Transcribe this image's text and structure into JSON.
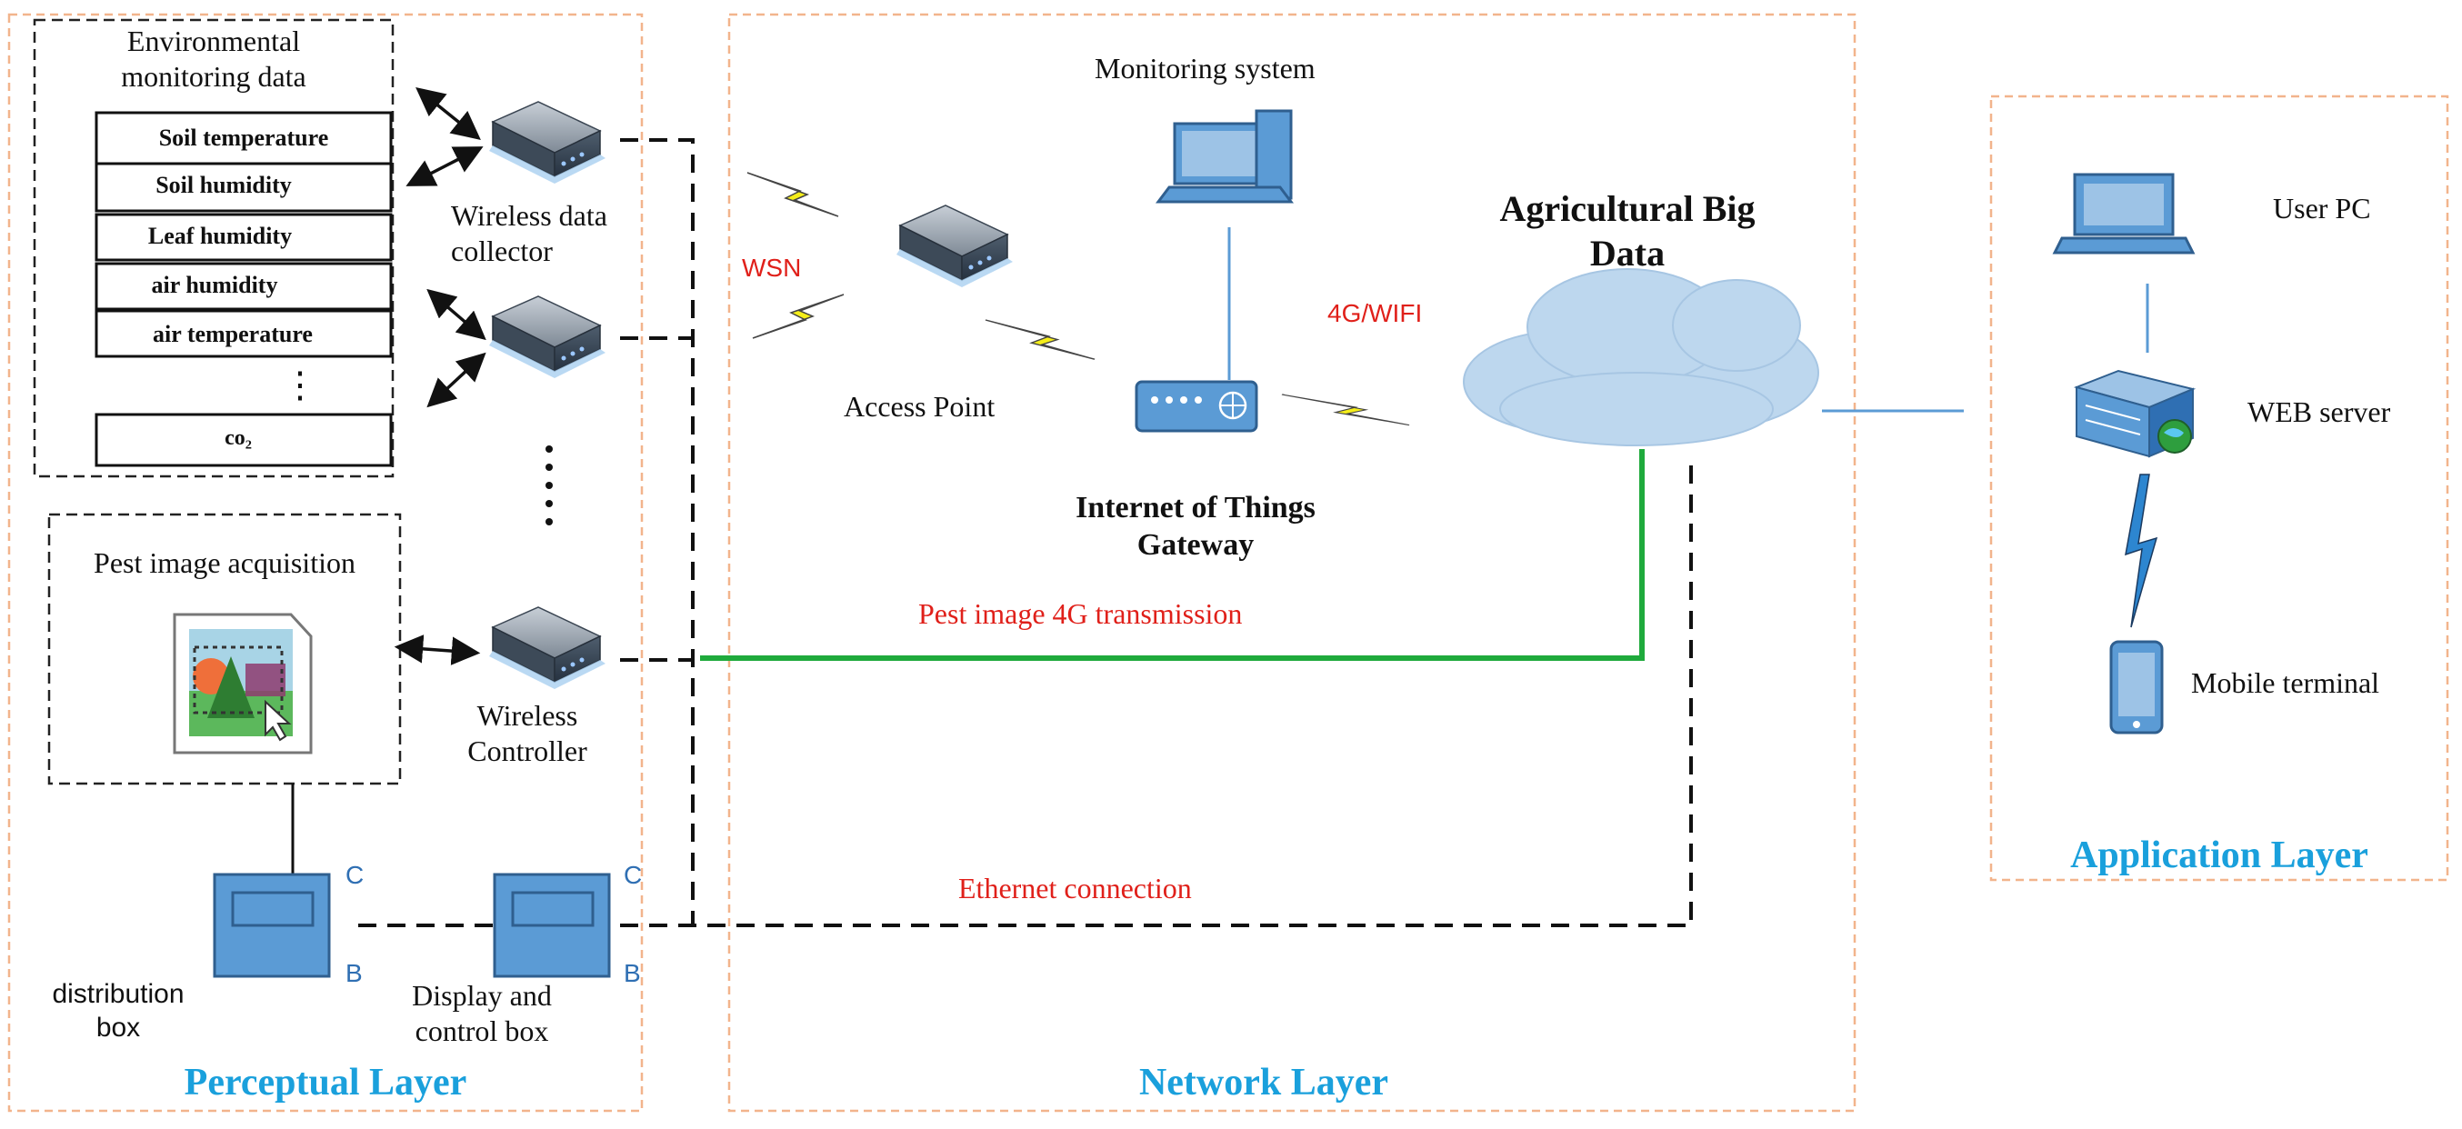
{
  "layers": {
    "perceptual": "Perceptual Layer",
    "network": "Network Layer",
    "application": "Application Layer"
  },
  "perceptual": {
    "env_title": "Environmental\nmonitoring data",
    "sensors": [
      "Soil temperature",
      "Soil humidity",
      "Leaf humidity",
      "air humidity",
      "air temperature",
      "co₂"
    ],
    "ellipsis": "⋮",
    "collector": "Wireless data\ncollector",
    "controller": "Wireless\nController",
    "pest_title": "Pest image acquisition",
    "distribution_box": "distribution\nbox",
    "display_box": "Display and\ncontrol box",
    "port_c": "C",
    "port_b": "B"
  },
  "network": {
    "monitoring": "Monitoring system",
    "wsn": "WSN",
    "access_point": "Access Point",
    "gateway": "Internet of Things\nGateway",
    "link_4g_wifi": "4G/WIFI",
    "big_data": "Agricultural Big\nData",
    "pest_4g": "Pest image 4G transmission",
    "ethernet": "Ethernet connection"
  },
  "application": {
    "user_pc": "User PC",
    "web_server": "WEB server",
    "mobile": "Mobile terminal"
  },
  "colors": {
    "layer_border": "#f2b48c",
    "layer_title": "#1aa0dc",
    "red_label": "#e0201a",
    "green_link": "#1faa3c",
    "device_blue": "#5b9bd5",
    "cloud": "#bdd7ee",
    "lightning": "#f5ee1a"
  },
  "icons": [
    "device-icon",
    "computer-icon",
    "laptop-icon",
    "server-icon",
    "phone-icon",
    "cloud-icon",
    "lightning-icon",
    "image-file-icon",
    "router-icon",
    "box-icon"
  ]
}
